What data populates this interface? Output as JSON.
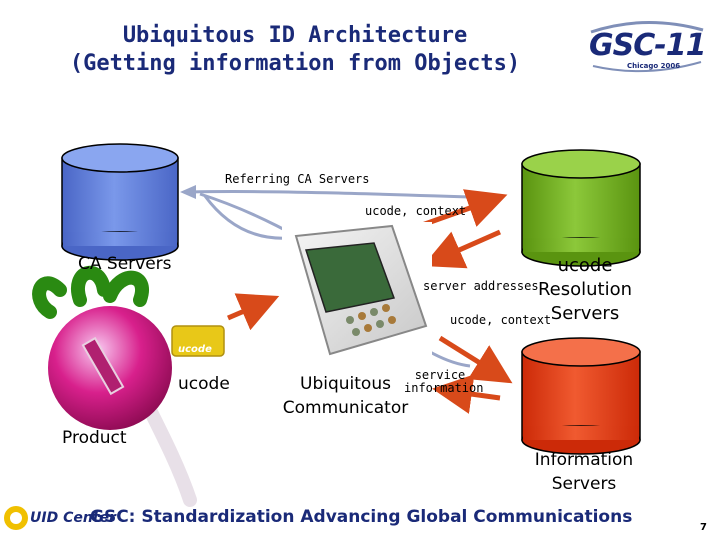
{
  "slide": {
    "title_line1": "Ubiquitous ID Architecture",
    "title_line2": "(Getting information from Objects)",
    "footer": "GSC: Standardization Advancing Global Communications",
    "page_number": "7"
  },
  "logos": {
    "gsc_main": "GSC-11",
    "gsc_sub": "Chicago 2006",
    "uid_center": "UID Center",
    "ucode_tag": "ucode"
  },
  "nodes": {
    "ca_servers": "CA Servers",
    "resolution_line1": "ucode",
    "resolution_line2": "Resolution",
    "resolution_line3": "Servers",
    "info_line1": "Information",
    "info_line2": "Servers",
    "product": "Product",
    "ucode": "ucode",
    "communicator_line1": "Ubiquitous",
    "communicator_line2": "Communicator"
  },
  "edges": {
    "referring_ca": "Referring CA Servers",
    "ucode_context_top": "ucode, context",
    "server_addresses": "server addresses",
    "ucode_context_mid": "ucode, context",
    "service_line1": "service",
    "service_line2": "information"
  },
  "colors": {
    "title": "#1a2a78",
    "ca_cylinder": "#5a78d6",
    "resolution_cylinder": "#6eaa18",
    "info_cylinder": "#e23a10",
    "arrow_red": "#d84a1a",
    "arrow_blue": "#9aa6c8"
  }
}
